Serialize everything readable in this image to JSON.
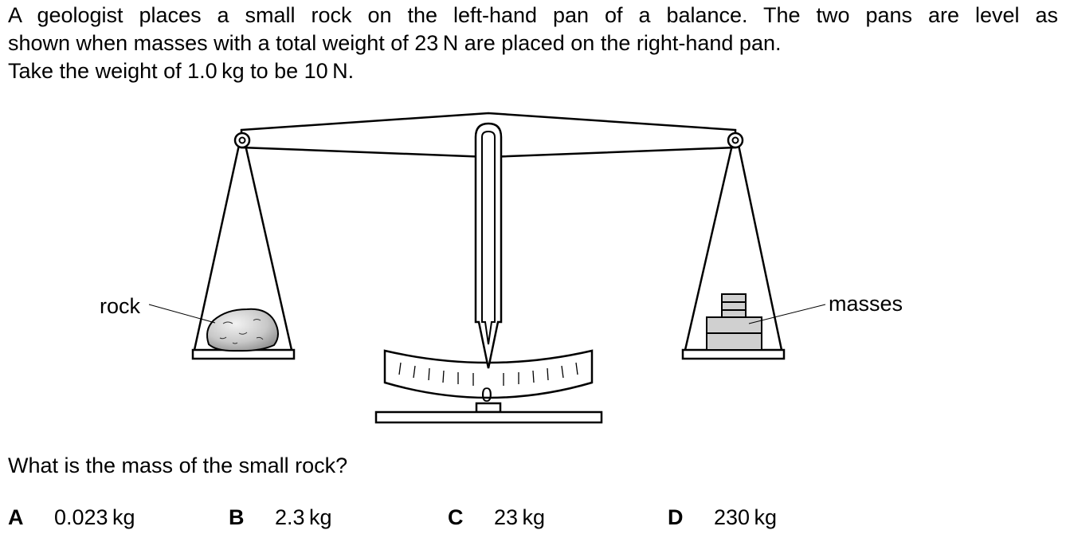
{
  "intro": {
    "line1": "A geologist places a small rock on the left-hand pan of a balance. The two pans are level as",
    "line2": "shown when masses with a total weight of 23 N are placed on the right-hand pan.",
    "line3": "Take the weight of 1.0 kg to be 10 N."
  },
  "diagram": {
    "label_rock": "rock",
    "label_masses": "masses",
    "scale_zero": "0"
  },
  "question": "What is the mass of the small rock?",
  "options": [
    {
      "letter": "A",
      "text": "0.023 kg"
    },
    {
      "letter": "B",
      "text": "2.3 kg"
    },
    {
      "letter": "C",
      "text": "23 kg"
    },
    {
      "letter": "D",
      "text": "230 kg"
    }
  ]
}
